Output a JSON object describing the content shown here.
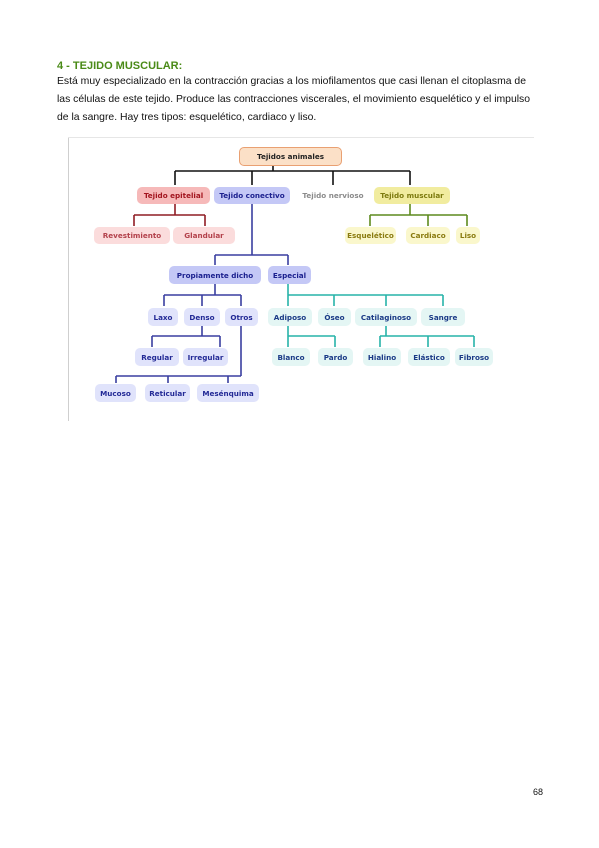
{
  "section": {
    "heading": "4 - TEJIDO MUSCULAR:",
    "paragraph": "Está muy especializado en la contracción gracias a los miofilamentos que casi llenan el citoplasma de las células de este tejido. Produce las contracciones viscerales, el movimiento esquelético y el impulso de la sangre. Hay tres tipos: esquelético, cardiaco y liso."
  },
  "diagram": {
    "root": "Tejidos animales",
    "level1": [
      "Tejido epitelial",
      "Tejido conectivo",
      "Tejido nervioso",
      "Tejido muscular"
    ],
    "epitelial": [
      "Revestimiento",
      "Glandular"
    ],
    "muscular": [
      "Esquelético",
      "Cardiaco",
      "Liso"
    ],
    "conectivo": [
      "Propiamente dicho",
      "Especial"
    ],
    "propiamente": [
      "Laxo",
      "Denso",
      "Otros"
    ],
    "denso": [
      "Regular",
      "Irregular"
    ],
    "otros": [
      "Mucoso",
      "Reticular",
      "Mesénquima"
    ],
    "especial": [
      "Adiposo",
      "Óseo",
      "Catilaginoso",
      "Sangre"
    ],
    "adiposo": [
      "Blanco",
      "Pardo"
    ],
    "cartilaginoso": [
      "Hialino",
      "Elástico",
      "Fibroso"
    ],
    "colors": {
      "root": "#fbe0c7",
      "epitelial": "#f6b9b9",
      "conectivo": "#c4c8f6",
      "nervioso": "#8b8b8b",
      "muscular": "#f1ec9f",
      "especial_lines": "#27b3a8",
      "muscular_lines": "#5d8a1e",
      "epitelial_lines": "#a3151f",
      "conectivo_lines": "#3a3fa0"
    }
  },
  "page_number": "68"
}
